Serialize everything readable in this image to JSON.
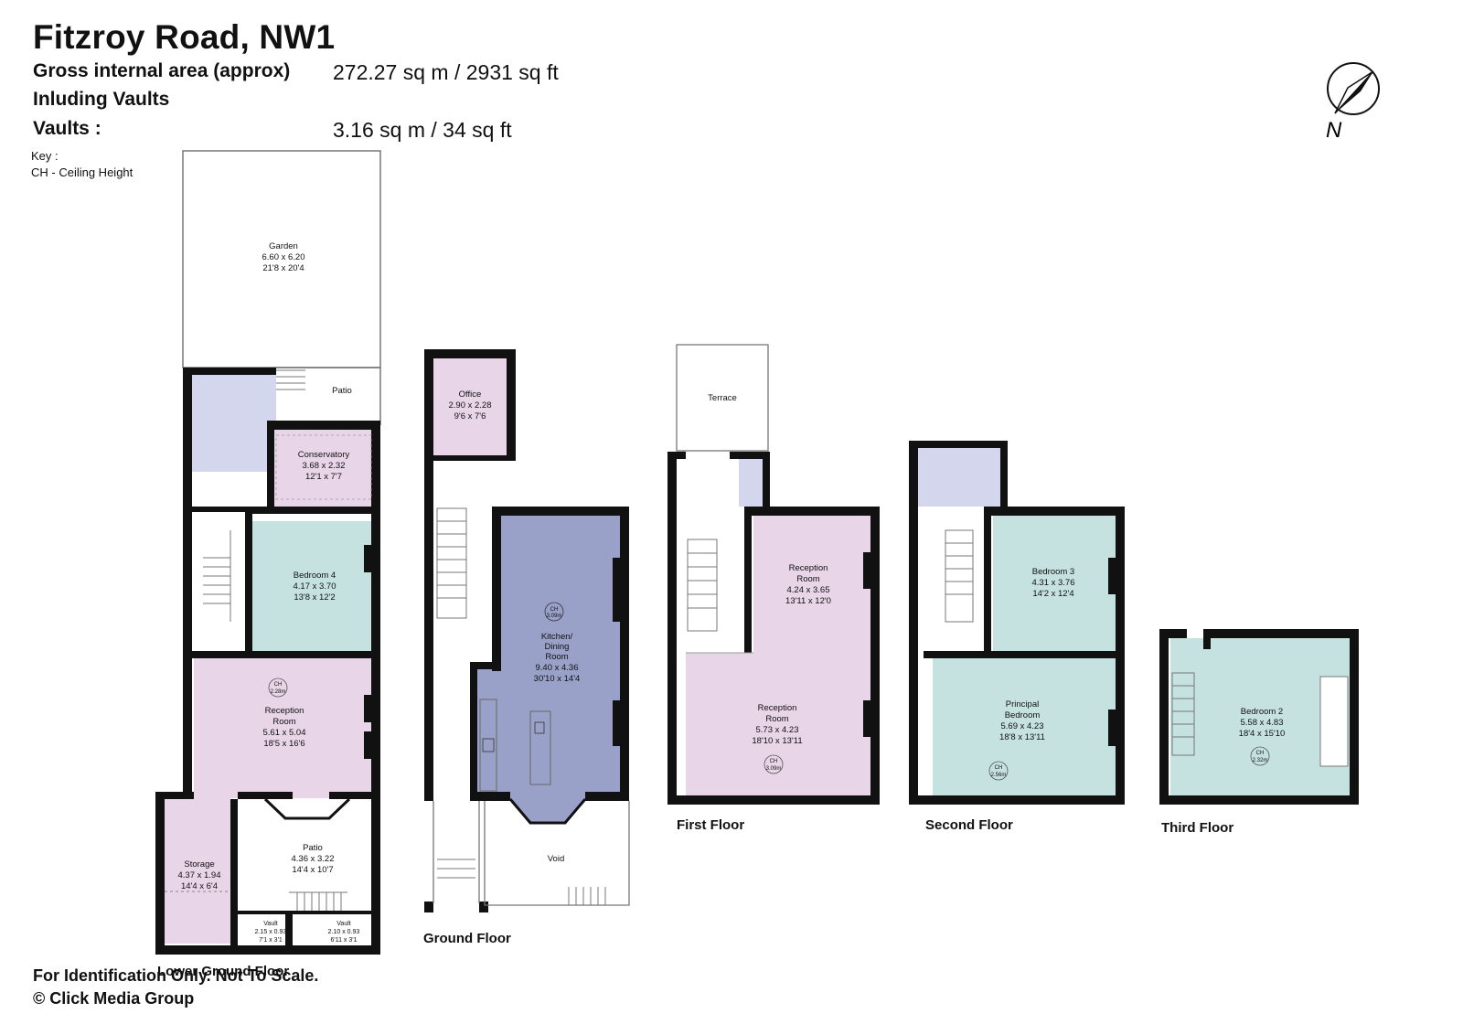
{
  "header": {
    "title": "Fitzroy Road, NW1",
    "gia_label": "Gross internal area (approx)",
    "gia_value": "272.27 sq m / 2931 sq ft",
    "including_label": "Inluding Vaults",
    "vaults_label": "Vaults  :",
    "vaults_value": "3.16 sq m / 34 sq ft",
    "key_title": "Key :",
    "key_item": "CH - Ceiling Height"
  },
  "compass": {
    "label": "N",
    "icon": "north-arrow-icon"
  },
  "colors": {
    "wall": "#111111",
    "pink": "#e8d5e8",
    "teal": "#c5e2e0",
    "blue": "#9aa1c8",
    "lavender": "#d3d6ec",
    "outline": "#888888"
  },
  "floors": {
    "lower_ground": "Lower Ground Floor",
    "ground": "Ground Floor",
    "first": "First Floor",
    "second": "Second Floor",
    "third": "Third Floor"
  },
  "rooms": {
    "garden": [
      "Garden",
      "6.60 x 6.20",
      "21'8 x 20'4"
    ],
    "patio_top": [
      "Patio"
    ],
    "conservatory": [
      "Conservatory",
      "3.68 x 2.32",
      "12'1 x 7'7"
    ],
    "bedroom4": [
      "Bedroom 4",
      "4.17 x 3.70",
      "13'8 x 12'2"
    ],
    "reception_lg": [
      "Reception",
      "Room",
      "5.61 x 5.04",
      "18'5 x 16'6"
    ],
    "patio_lg": [
      "Patio",
      "4.36 x 3.22",
      "14'4 x 10'7"
    ],
    "storage": [
      "Storage",
      "4.37 x 1.94",
      "14'4 x 6'4"
    ],
    "vault1": [
      "Vault",
      "2.15 x 0.93",
      "7'1 x 3'1"
    ],
    "vault2": [
      "Vault",
      "2.10 x 0.93",
      "6'11 x 3'1"
    ],
    "office": [
      "Office",
      "2.90 x 2.28",
      "9'6 x 7'6"
    ],
    "kitchen": [
      "Kitchen/",
      "Dining",
      "Room",
      "9.40 x 4.36",
      "30'10 x 14'4"
    ],
    "void": [
      "Void"
    ],
    "terrace": [
      "Terrace"
    ],
    "reception_f1a": [
      "Reception",
      "Room",
      "4.24 x 3.65",
      "13'11 x 12'0"
    ],
    "reception_f1b": [
      "Reception",
      "Room",
      "5.73 x 4.23",
      "18'10 x 13'11"
    ],
    "bedroom3": [
      "Bedroom 3",
      "4.31 x 3.76",
      "14'2 x 12'4"
    ],
    "principal": [
      "Principal",
      "Bedroom",
      "5.69 x 4.23",
      "18'8 x 13'11"
    ],
    "bedroom2": [
      "Bedroom 2",
      "5.58 x 4.83",
      "18'4 x 15'10"
    ]
  },
  "ceiling_heights": {
    "lg_reception": [
      "CH",
      "2.28m"
    ],
    "kitchen": [
      "CH",
      "3.09m"
    ],
    "first": [
      "CH",
      "3.09m"
    ],
    "second": [
      "CH",
      "2.56m"
    ],
    "third": [
      "CH",
      "2.32m"
    ]
  },
  "footer": {
    "disclaimer": "For Identification Only. Not To Scale.",
    "copyright": "© Click Media Group"
  }
}
